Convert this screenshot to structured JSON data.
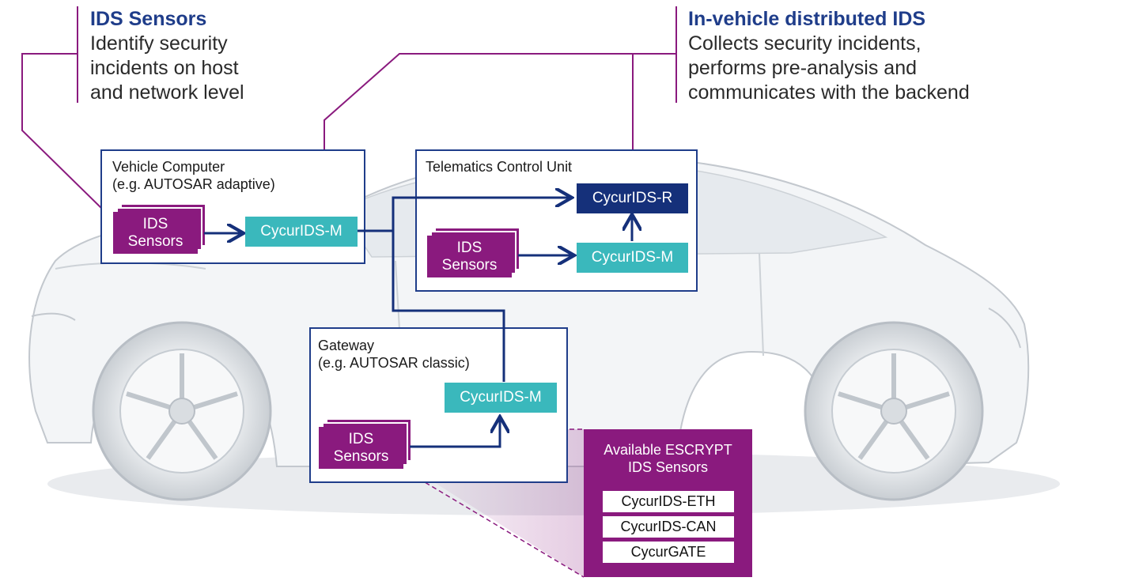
{
  "colors": {
    "purple": "#8a1a7e",
    "navy": "#15307a",
    "teal": "#3ab8bc",
    "outline": "#1f3d8a"
  },
  "callouts": {
    "ids_sensors": {
      "title": "IDS Sensors",
      "lines": [
        "Identify security",
        "incidents on host",
        "and network level"
      ]
    },
    "distributed_ids": {
      "title": "In-vehicle distributed IDS",
      "lines": [
        "Collects security incidents,",
        "performs pre-analysis and",
        "communicates with the backend"
      ]
    }
  },
  "ecus": {
    "vehicle_computer": {
      "title": "Vehicle Computer",
      "subtitle": "(e.g. AUTOSAR adaptive)"
    },
    "telematics": {
      "title": "Telematics Control Unit"
    },
    "gateway": {
      "title": "Gateway",
      "subtitle": "(e.g. AUTOSAR classic)"
    }
  },
  "components": {
    "sensors_label_1": "IDS",
    "sensors_label_2": "Sensors",
    "cycur_m": "CycurIDS-M",
    "cycur_r": "CycurIDS-R"
  },
  "legend": {
    "title_1": "Available ESCRYPT",
    "title_2": "IDS Sensors",
    "items": [
      "CycurIDS-ETH",
      "CycurIDS-CAN",
      "CycurGATE"
    ]
  },
  "icons": [
    "car-illustration",
    "arrow-icon"
  ]
}
